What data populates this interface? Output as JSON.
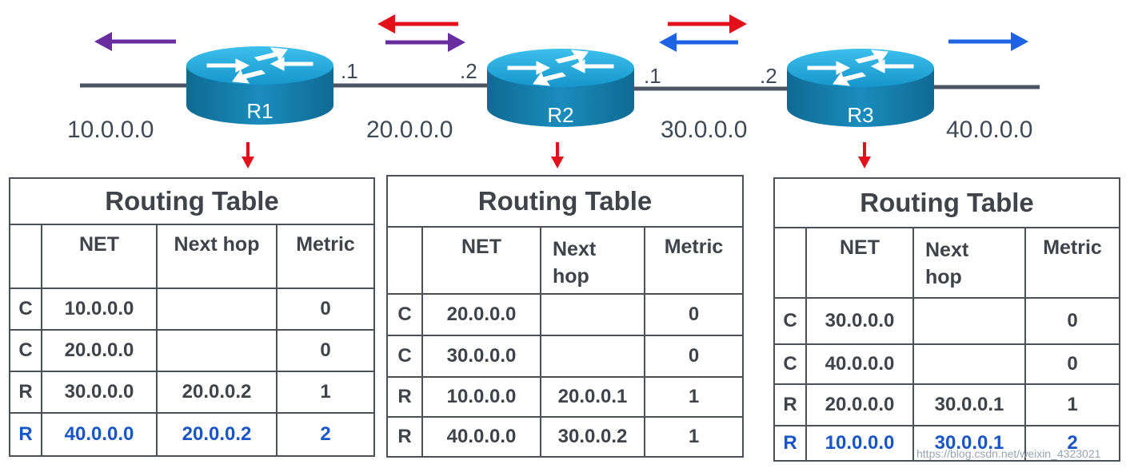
{
  "colors": {
    "red_arrow": "#e3101b",
    "purple_arrow": "#6a2da0",
    "blue_arrow": "#1e63e6",
    "router_top": "#1fa9dc",
    "router_side": "#147aa6",
    "highlight_text": "#1a55c8",
    "line": "#4b5563"
  },
  "routers": [
    "R1",
    "R2",
    "R3"
  ],
  "networks": [
    "10.0.0.0",
    "20.0.0.0",
    "30.0.0.0",
    "40.0.0.0"
  ],
  "ports": [
    ".1",
    ".2",
    ".1",
    ".2"
  ],
  "tables": [
    {
      "title": "Routing Table",
      "headers": [
        "NET",
        "Next hop",
        "Metric"
      ],
      "rows": [
        {
          "type": "C",
          "net": "10.0.0.0",
          "hop": "",
          "metric": "0"
        },
        {
          "type": "C",
          "net": "20.0.0.0",
          "hop": "",
          "metric": "0"
        },
        {
          "type": "R",
          "net": "30.0.0.0",
          "hop": "20.0.0.2",
          "metric": "1"
        },
        {
          "type": "R",
          "net": "40.0.0.0",
          "hop": "20.0.0.2",
          "metric": "2"
        }
      ]
    },
    {
      "title": "Routing Table",
      "headers": [
        "NET",
        "Next hop",
        "Metric"
      ],
      "rows": [
        {
          "type": "C",
          "net": "20.0.0.0",
          "hop": "",
          "metric": "0"
        },
        {
          "type": "C",
          "net": "30.0.0.0",
          "hop": "",
          "metric": "0"
        },
        {
          "type": "R",
          "net": "10.0.0.0",
          "hop": "20.0.0.1",
          "metric": "1"
        },
        {
          "type": "R",
          "net": "40.0.0.0",
          "hop": "30.0.0.2",
          "metric": "1"
        }
      ]
    },
    {
      "title": "Routing Table",
      "headers": [
        "NET",
        "Next hop",
        "Metric"
      ],
      "rows": [
        {
          "type": "C",
          "net": "30.0.0.0",
          "hop": "",
          "metric": "0"
        },
        {
          "type": "C",
          "net": "40.0.0.0",
          "hop": "",
          "metric": "0"
        },
        {
          "type": "R",
          "net": "20.0.0.0",
          "hop": "30.0.0.1",
          "metric": "1"
        },
        {
          "type": "R",
          "net": "10.0.0.0",
          "hop": "30.0.0.1",
          "metric": "2"
        }
      ]
    }
  ],
  "watermark": "https://blog.csdn.net/weixin_4323021"
}
